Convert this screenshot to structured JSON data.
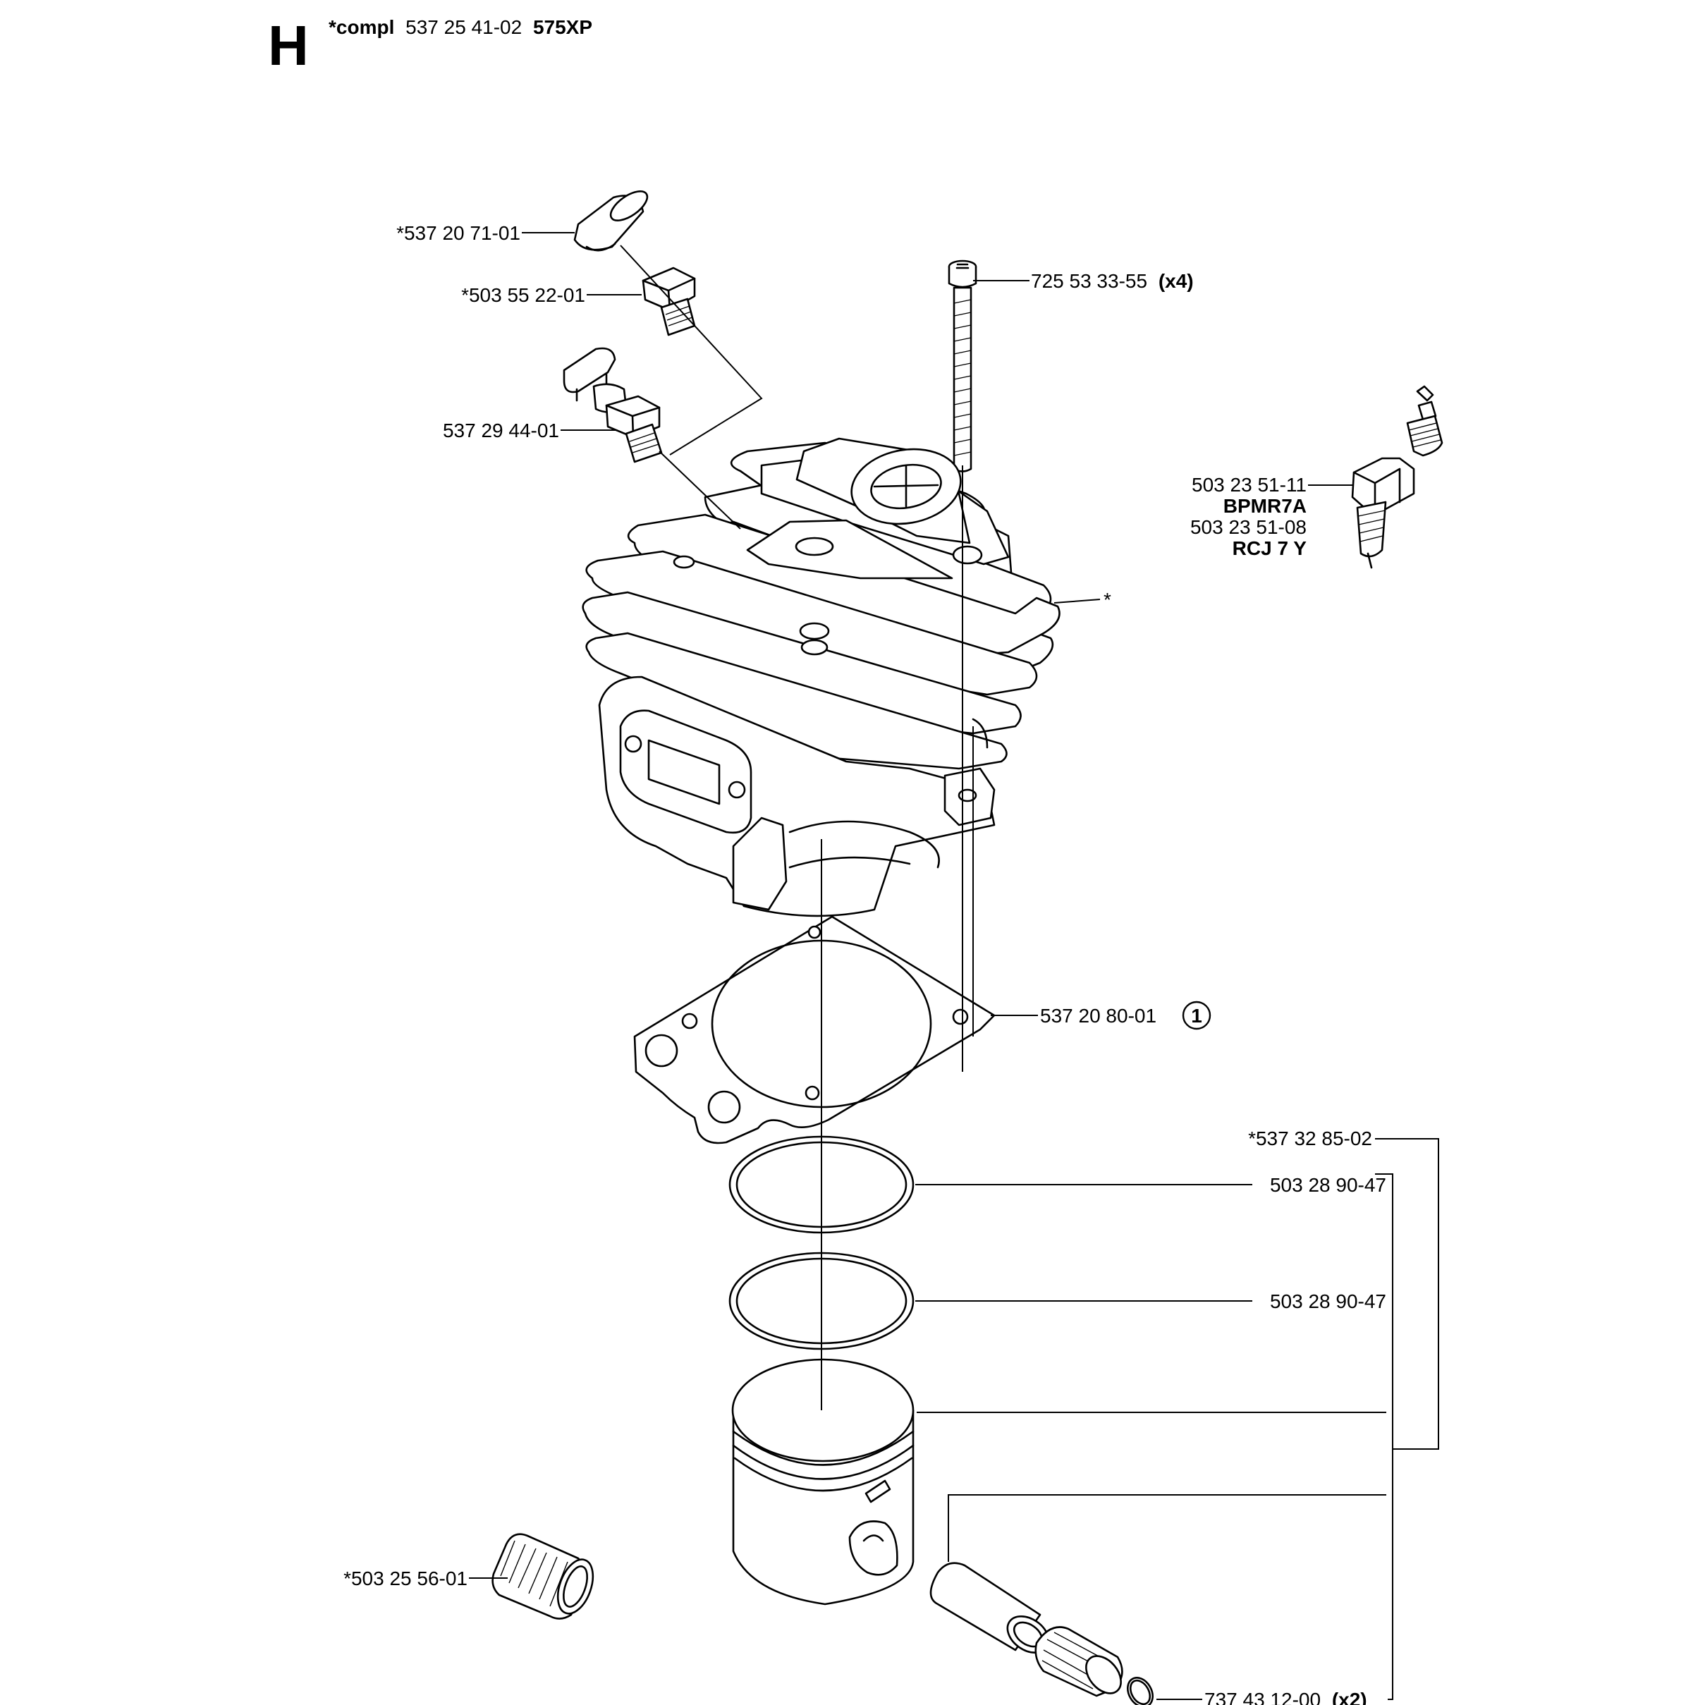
{
  "header": {
    "section_letter": "H",
    "prefix": "*compl",
    "number": "537 25 41-02",
    "model": "575XP"
  },
  "labels": {
    "cap": "*537 20 71-01",
    "plug": "*503 55 22-01",
    "valve": "537 29 44-01",
    "screw": "725 53 33-55",
    "screw_qty": "(x4)",
    "spark_plug_1": "503 23 51-11",
    "spark_plug_1_type": "BPMR7A",
    "spark_plug_2": "503 23 51-08",
    "spark_plug_2_type": "RCJ 7 Y",
    "cylinder_marker": "*",
    "gasket": "537 20 80-01",
    "gasket_ref": "1",
    "piston_kit": "*537 32 85-02",
    "ring_1": "503 28 90-47",
    "ring_2": "503 28 90-47",
    "bearing": "*503 25 56-01",
    "circlip": "737 43 12-00",
    "circlip_qty": "(x2)"
  }
}
